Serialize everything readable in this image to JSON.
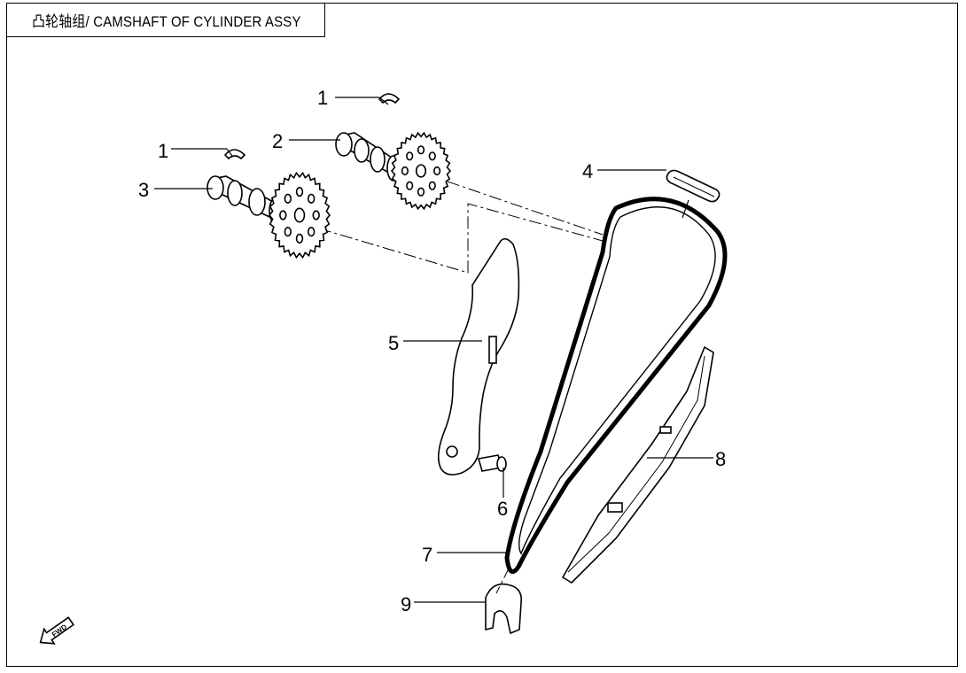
{
  "title": "凸轮轴组/ CAMSHAFT OF CYLINDER ASSY",
  "callouts": [
    {
      "id": "c1a",
      "label": "1"
    },
    {
      "id": "c1b",
      "label": "1"
    },
    {
      "id": "c2",
      "label": "2"
    },
    {
      "id": "c3",
      "label": "3"
    },
    {
      "id": "c4",
      "label": "4"
    },
    {
      "id": "c5",
      "label": "5"
    },
    {
      "id": "c6",
      "label": "6"
    },
    {
      "id": "c7",
      "label": "7"
    },
    {
      "id": "c8",
      "label": "8"
    },
    {
      "id": "c9",
      "label": "9"
    }
  ],
  "fwd_label": "FWD"
}
